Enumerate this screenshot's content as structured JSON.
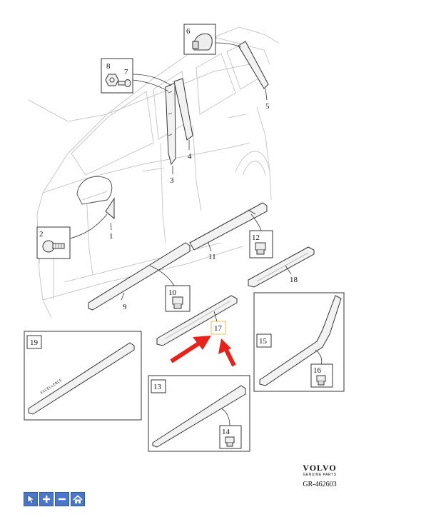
{
  "diagram": {
    "callouts": {
      "c1": "1",
      "c2": "2",
      "c3": "3",
      "c4": "4",
      "c5": "5",
      "c6": "6",
      "c7": "7",
      "c8": "8",
      "c9": "9",
      "c10": "10",
      "c11": "11",
      "c12": "12",
      "c13": "13",
      "c14": "14",
      "c15": "15",
      "c16": "16",
      "c17": "17",
      "c18": "18",
      "c19": "19"
    },
    "emblem_text": "EXCELLENCE"
  },
  "brand": {
    "logo": "VOLVO",
    "tagline": "GENUINE PARTS",
    "drawing_code": "GR-462603"
  },
  "toolbar": {
    "buttons": [
      "pointer-icon",
      "zoom-in-icon",
      "zoom-out-icon",
      "home-icon"
    ]
  },
  "colors": {
    "highlight_arrow": "#e8221b",
    "highlight_box": "#f2b84b",
    "toolbar_button": "#4a77c9"
  }
}
